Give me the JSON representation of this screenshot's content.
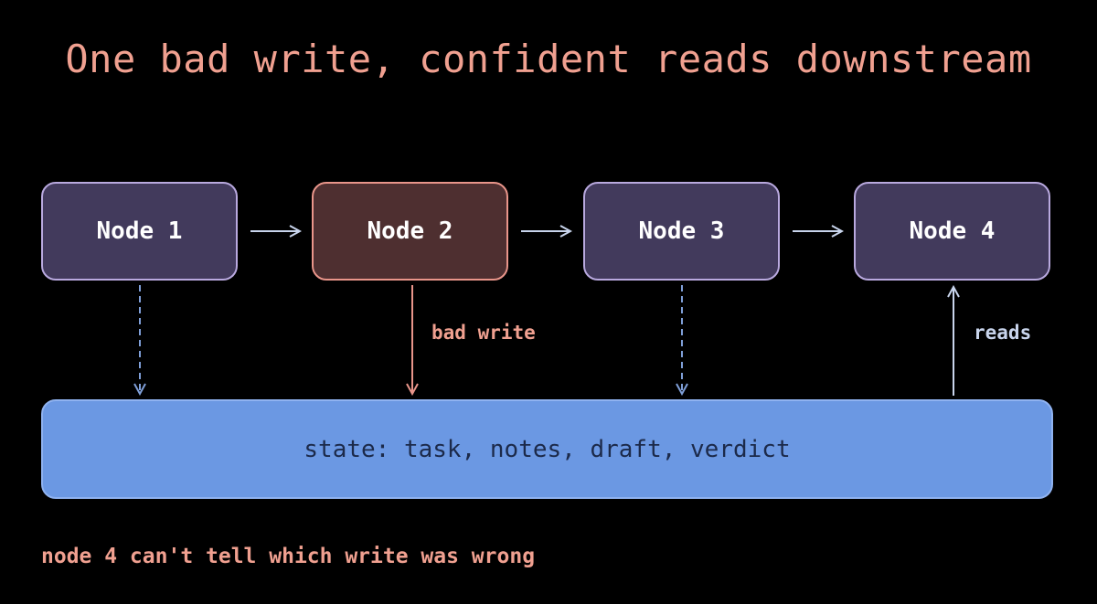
{
  "title": "One bad write, confident reads downstream",
  "nodes": [
    {
      "label": "Node 1"
    },
    {
      "label": "Node 2"
    },
    {
      "label": "Node 3"
    },
    {
      "label": "Node 4"
    }
  ],
  "state": {
    "label": "state: task, notes, draft, verdict"
  },
  "edges": {
    "bad_write_label": "bad write",
    "reads_label": "reads"
  },
  "footer": "node 4 can't tell which write was wrong",
  "colors": {
    "background": "#000000",
    "title": "#f0a090",
    "node_fill": "#423a5c",
    "node_border": "#b9a9df",
    "bad_node_fill": "#4e2f30",
    "bad_node_border": "#e9958a",
    "state_fill": "#6b98e3",
    "state_border": "#8fb2f0",
    "state_text": "#1c2a4a",
    "dashed_arrow": "#7f9fd8",
    "bad_arrow": "#e9958a",
    "read_arrow": "#c8d4ec",
    "flow_arrow": "#c8d4ec"
  }
}
